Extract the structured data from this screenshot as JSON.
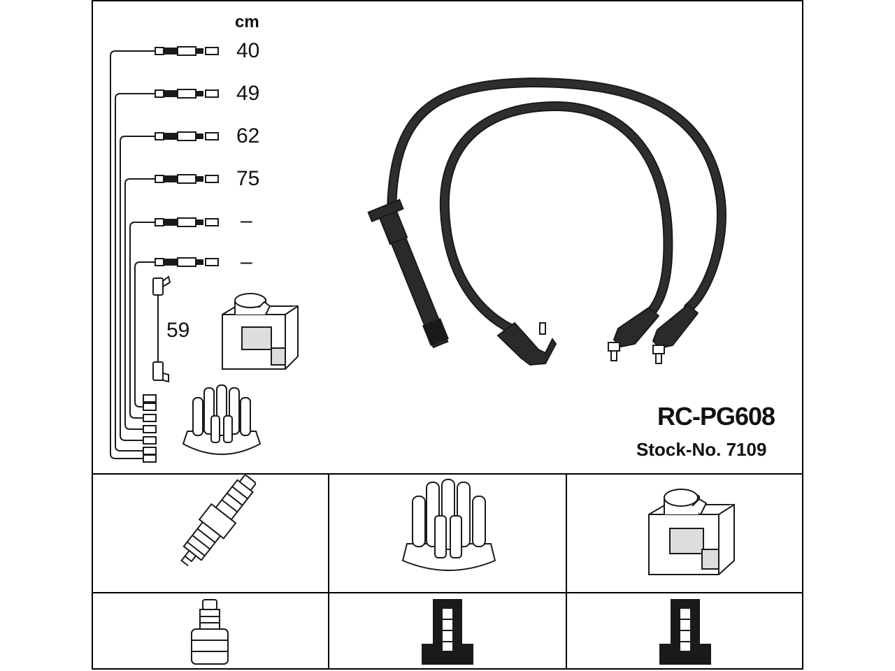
{
  "diagram": {
    "unit_label": "cm",
    "lengths": [
      "40",
      "49",
      "62",
      "75",
      "–",
      "–"
    ],
    "coil_lead_length": "59",
    "model": "RC-PG608",
    "stock_number": "Stock-No. 7109"
  },
  "colors": {
    "line": "#1a1a1a",
    "fill_light": "#f2f2f2",
    "fill_dark": "#2a2a2a",
    "background": "#ffffff"
  },
  "icons": [
    "spark-plug-icon",
    "distributor-cap-icon",
    "ignition-coil-icon",
    "plug-terminal-icon",
    "cap-terminal-icon",
    "coil-terminal-icon"
  ]
}
